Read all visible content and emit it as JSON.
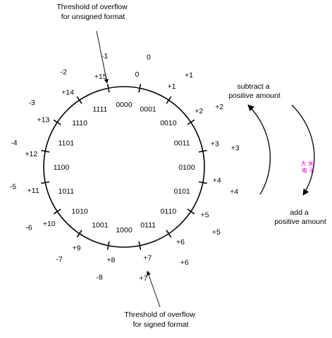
{
  "annotations": {
    "unsigned_threshold": [
      "Threshold of overflow",
      "for unsigned format"
    ],
    "signed_threshold": [
      "Threshold of overflow",
      "for signed format"
    ],
    "subtract": [
      "subtract a",
      "positive amount"
    ],
    "add": [
      "add a",
      "positive amount"
    ]
  },
  "watermark": [
    "大 米",
    "电 子"
  ],
  "positions": [
    {
      "binary": "0000",
      "unsigned": "0",
      "signed": "0"
    },
    {
      "binary": "0001",
      "unsigned": "+1",
      "signed": "+1"
    },
    {
      "binary": "0010",
      "unsigned": "+2",
      "signed": "+2"
    },
    {
      "binary": "0011",
      "unsigned": "+3",
      "signed": "+3"
    },
    {
      "binary": "0100",
      "unsigned": "+4",
      "signed": "+4"
    },
    {
      "binary": "0101",
      "unsigned": "+5",
      "signed": "+5"
    },
    {
      "binary": "0110",
      "unsigned": "+6",
      "signed": "+6"
    },
    {
      "binary": "0111",
      "unsigned": "+7",
      "signed": "+7"
    },
    {
      "binary": "1000",
      "unsigned": "+8",
      "signed": "-8"
    },
    {
      "binary": "1001",
      "unsigned": "+9",
      "signed": "-7"
    },
    {
      "binary": "1010",
      "unsigned": "+10",
      "signed": "-6"
    },
    {
      "binary": "1011",
      "unsigned": "+11",
      "signed": "-5"
    },
    {
      "binary": "1100",
      "unsigned": "+12",
      "signed": "-4"
    },
    {
      "binary": "1101",
      "unsigned": "+13",
      "signed": "-3"
    },
    {
      "binary": "1110",
      "unsigned": "+14",
      "signed": "-2"
    },
    {
      "binary": "1111",
      "unsigned": "+15",
      "signed": "-1"
    }
  ]
}
